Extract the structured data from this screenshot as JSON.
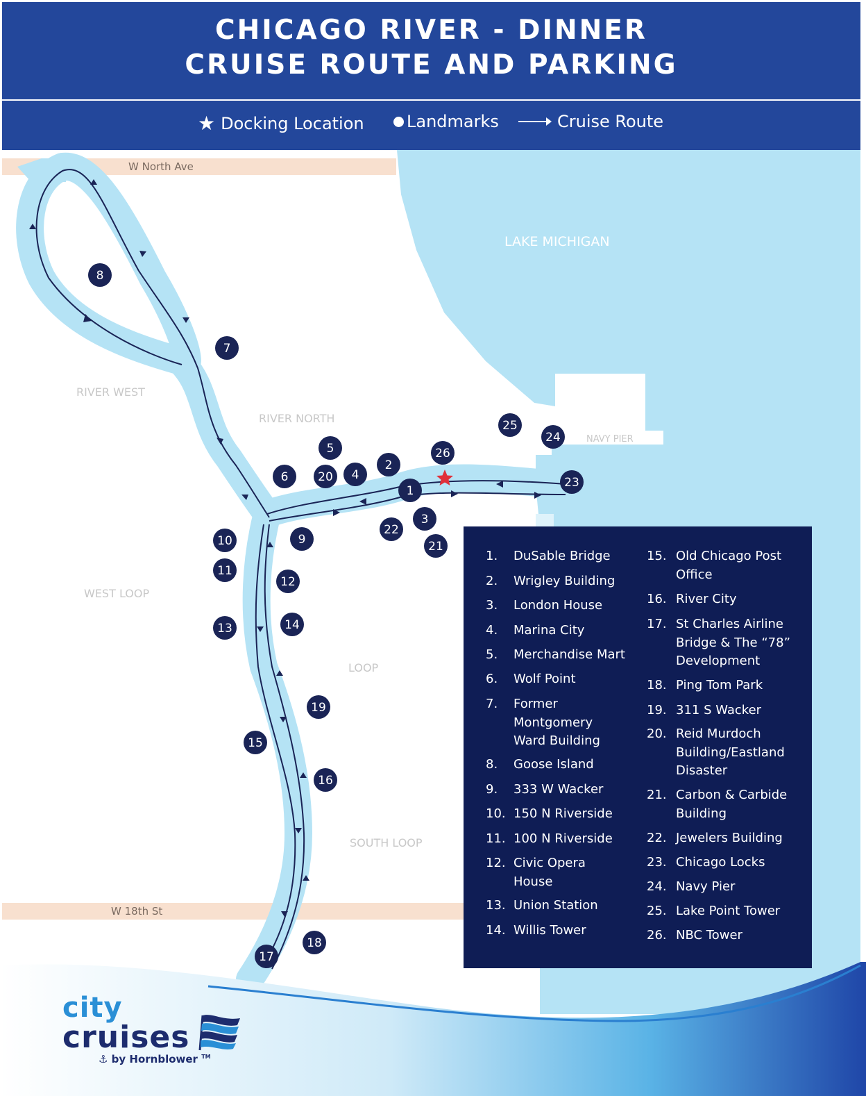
{
  "header": {
    "title_line1": "CHICAGO RIVER - DINNER",
    "title_line2": "CRUISE ROUTE AND PARKING"
  },
  "legend": {
    "docking": "Docking Location",
    "landmarks": "Landmarks",
    "route": "Cruise Route"
  },
  "map": {
    "streets": {
      "north": "W North Ave",
      "south": "W 18th St"
    },
    "areas": {
      "lake": "LAKE MICHIGAN",
      "river_west": "RIVER WEST",
      "river_north": "RIVER NORTH",
      "west_loop": "WEST LOOP",
      "loop": "LOOP",
      "south_loop": "SOUTH LOOP",
      "navy_pier": "NAVY PIER"
    },
    "colors": {
      "water": "#b5e3f5",
      "street": "#f8e0cf",
      "marker": "#1a2456",
      "route": "#1a2456",
      "star": "#e0303a",
      "header": "#23479b",
      "key_bg": "#0f1d55"
    },
    "markers": [
      "1",
      "2",
      "3",
      "4",
      "5",
      "6",
      "7",
      "8",
      "9",
      "10",
      "11",
      "12",
      "13",
      "14",
      "15",
      "16",
      "17",
      "18",
      "19",
      "20",
      "21",
      "22",
      "23",
      "24",
      "25",
      "26"
    ]
  },
  "key": {
    "left": [
      {
        "n": "1.",
        "t": "DuSable Bridge"
      },
      {
        "n": "2.",
        "t": "Wrigley Building"
      },
      {
        "n": "3.",
        "t": "London House"
      },
      {
        "n": "4.",
        "t": "Marina City"
      },
      {
        "n": "5.",
        "t": "Merchandise Mart"
      },
      {
        "n": "6.",
        "t": "Wolf Point"
      },
      {
        "n": "7.",
        "t": "Former Montgomery Ward Building"
      },
      {
        "n": "8.",
        "t": "Goose Island"
      },
      {
        "n": "9.",
        "t": "333 W Wacker"
      },
      {
        "n": "10.",
        "t": "150 N Riverside"
      },
      {
        "n": "11.",
        "t": "100 N Riverside"
      },
      {
        "n": "12.",
        "t": "Civic Opera House"
      },
      {
        "n": "13.",
        "t": "Union Station"
      },
      {
        "n": "14.",
        "t": "Willis Tower"
      }
    ],
    "right": [
      {
        "n": "15.",
        "t": "Old Chicago Post Office"
      },
      {
        "n": "16.",
        "t": "River City"
      },
      {
        "n": "17.",
        "t": "St Charles Airline Bridge & The “78” Development"
      },
      {
        "n": "18.",
        "t": "Ping Tom Park"
      },
      {
        "n": "19.",
        "t": "311 S Wacker"
      },
      {
        "n": "20.",
        "t": "Reid Murdoch Building/Eastland Disaster"
      },
      {
        "n": "21.",
        "t": "Carbon & Carbide Building"
      },
      {
        "n": "22.",
        "t": "Jewelers Building"
      },
      {
        "n": "23.",
        "t": "Chicago Locks"
      },
      {
        "n": "24.",
        "t": "Navy Pier"
      },
      {
        "n": "25.",
        "t": "Lake Point Tower"
      },
      {
        "n": "26.",
        "t": "NBC Tower"
      }
    ]
  },
  "logo": {
    "line1": "city",
    "line2": "cruises",
    "byline": "⚓ by Hornblower",
    "tm": "TM"
  }
}
